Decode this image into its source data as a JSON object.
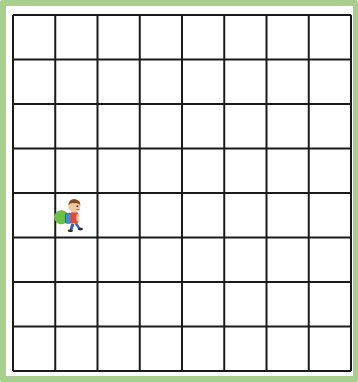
{
  "board": {
    "rows": 8,
    "columns": 8,
    "frame_color": "#a9cf8e",
    "line_color": "#1a1a1a",
    "background": "#ffffff"
  },
  "character": {
    "icon": "boy-with-backpack-icon",
    "row": 5,
    "column": 2,
    "facing": "right"
  },
  "marker": {
    "icon": "green-dot-icon",
    "color": "#6cbf45",
    "row": 5,
    "column": 2
  }
}
